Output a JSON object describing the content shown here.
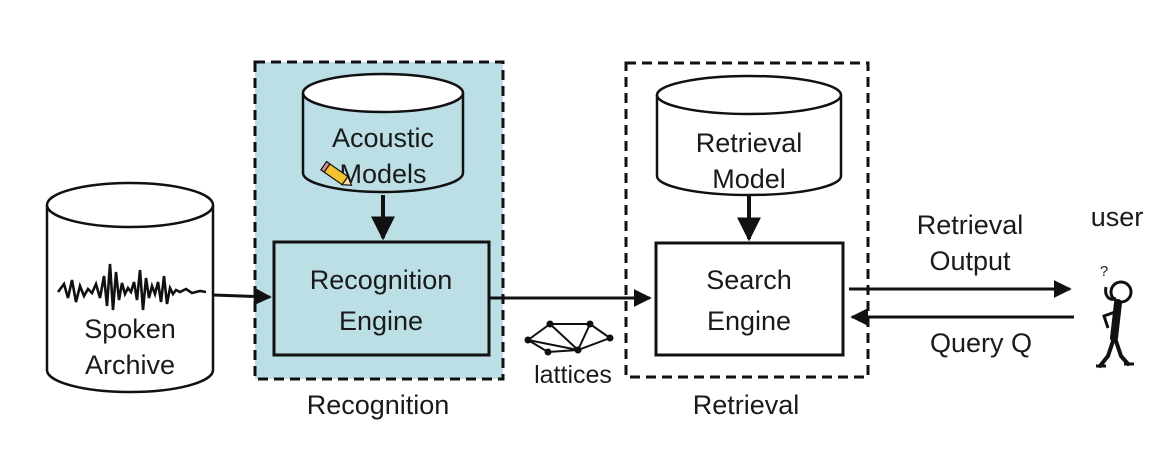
{
  "diagram": {
    "spoken_archive": {
      "line1": "Spoken",
      "line2": "Archive"
    },
    "recognition_group": {
      "label": "Recognition",
      "fill_color": "#bcdfe6"
    },
    "acoustic_models": {
      "line1": "Acoustic",
      "line2": "Models"
    },
    "recognition_engine": {
      "line1": "Recognition",
      "line2": "Engine"
    },
    "lattices_label": "lattices",
    "retrieval_group": {
      "label": "Retrieval"
    },
    "retrieval_model": {
      "line1": "Retrieval",
      "line2": "Model"
    },
    "search_engine": {
      "line1": "Search",
      "line2": "Engine"
    },
    "retrieval_output": {
      "line1": "Retrieval",
      "line2": "Output"
    },
    "query": "Query Q",
    "user": {
      "label": "user",
      "thought": "?"
    }
  }
}
